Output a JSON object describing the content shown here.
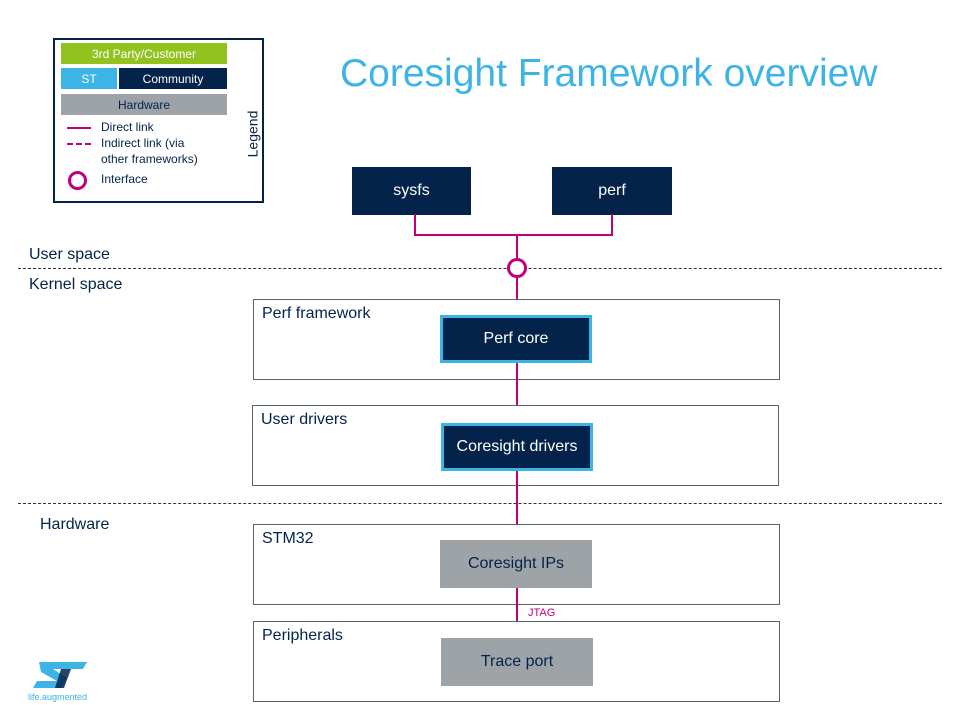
{
  "title": "Coresight Framework overview",
  "legend": {
    "heading": "Legend",
    "third_party": "3rd Party/Customer",
    "st": "ST",
    "community": "Community",
    "hardware": "Hardware",
    "direct_link": "Direct link",
    "indirect_link_line1": "Indirect link (via",
    "indirect_link_line2": "other frameworks)",
    "interface": "Interface"
  },
  "top_boxes": {
    "sysfs": "sysfs",
    "perf": "perf"
  },
  "spaces": {
    "user": "User space",
    "kernel": "Kernel space",
    "hardware": "Hardware"
  },
  "groups": {
    "perf_framework": {
      "label": "Perf framework",
      "box": "Perf core"
    },
    "user_drivers": {
      "label": "User drivers",
      "box": "Coresight drivers"
    },
    "stm32": {
      "label": "STM32",
      "box": "Coresight IPs"
    },
    "peripherals": {
      "label": "Peripherals",
      "box": "Trace port"
    }
  },
  "link_label": "JTAG",
  "logo": {
    "tagline": "life.augmented"
  },
  "colors": {
    "navy": "#03234b",
    "light_blue": "#3cb4e6",
    "green": "#90c31f",
    "gray": "#9ea3a8",
    "magenta": "#c0007a"
  }
}
